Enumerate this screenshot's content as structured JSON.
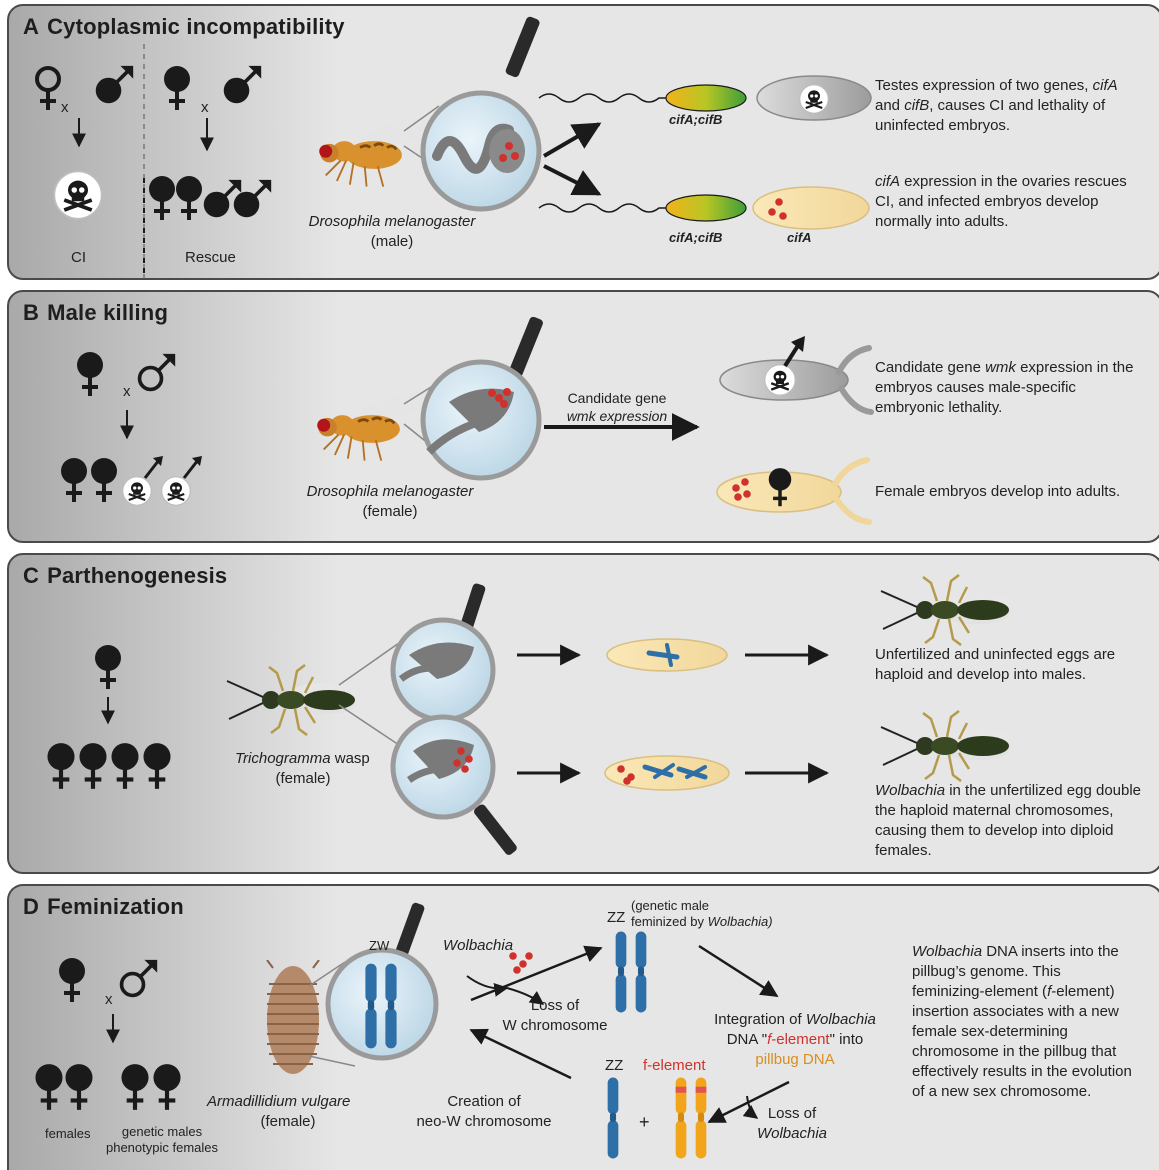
{
  "panels": {
    "a": {
      "letter": "A",
      "title": "Cytoplasmic incompatibility",
      "cross_x_left": "x",
      "cross_x_right": "x",
      "ci_label": "CI",
      "rescue_label": "Rescue",
      "species": "Drosophila melanogaster",
      "sex": "(male)",
      "gene_top": "cifA;cifB",
      "gene_bottom_left": "cifA;cifB",
      "gene_bottom_right": "cifA",
      "desc_top": {
        "p1": "Testes expression of two genes, ",
        "g1": "cifA",
        "p2": "and ",
        "g2": "cifB",
        "p3": ", causes CI and lethality of",
        "p4": "uninfected embryos."
      },
      "desc_bottom": {
        "g1": "cifA",
        "p1": " expression in the ovaries rescues",
        "p2": "CI, and infected embryos develop",
        "p3": "normally into adults."
      }
    },
    "b": {
      "letter": "B",
      "title": "Male killing",
      "cross_x": "x",
      "species": "Drosophila melanogaster",
      "sex": "(female)",
      "arrow_label_1": "Candidate gene",
      "arrow_label_2": "wmk expression",
      "desc_top": {
        "p1": "Candidate gene ",
        "g1": "wmk",
        "p2": " expression in the",
        "p3": "embryos causes male-specific",
        "p4": "embryonic lethality."
      },
      "desc_bottom": "Female embryos develop into adults."
    },
    "c": {
      "letter": "C",
      "title": "Parthenogenesis",
      "species": "Trichogramma",
      "species_suffix": " wasp",
      "sex": "(female)",
      "desc_top": {
        "p1": "Unfertilized and uninfected eggs are",
        "p2": "haploid and develop into males."
      },
      "desc_bottom": {
        "g1": "Wolbachia",
        "p1": " in the unfertilized egg double",
        "p2": "the haploid maternal chromosomes,",
        "p3": "causing them to develop into diploid",
        "p4": "females."
      }
    },
    "d": {
      "letter": "D",
      "title": "Feminization",
      "cross_x": "x",
      "females_label": "females",
      "genetic_males_1": "genetic males",
      "genetic_males_2": "phenotypic females",
      "species": "Armadillidium vulgare",
      "sex": "(female)",
      "zw": "ZW",
      "wolbachia": "Wolbachia",
      "loss_w_1": "Loss of",
      "loss_w_2": "W chromosome",
      "zz_top": "ZZ",
      "zz_note_1": "(genetic male",
      "zz_note_2": "feminized by ",
      "zz_note_g": "Wolbachia)",
      "integration_1a": "Integration of ",
      "integration_1g": "Wolbachia",
      "integration_2a": "DNA \"",
      "integration_2f": "f",
      "integration_2b": "-element",
      "integration_2c": "\" into",
      "integration_3": "pillbug DNA",
      "zz_bottom": "ZZ",
      "f_element": "f-element",
      "plus": "+",
      "loss_wol_1": "Loss of",
      "loss_wol_2": "Wolbachia",
      "creation_1": "Creation of",
      "creation_2": "neo-W chromosome",
      "desc": {
        "g1": "Wolbachia",
        "p1": " DNA inserts into the",
        "p2": "pillbug’s genome. This",
        "p3a": "feminizing-element (",
        "p3f": "f",
        "p3b": "-element)",
        "p4": "insertion associates with a new",
        "p5": "female sex-determining",
        "p6": "chromosome in the pillbug that",
        "p7": "effectively results in the evolution",
        "p8": "of a new sex chromosome."
      }
    }
  },
  "colors": {
    "wolbachia_red": "#d0312d",
    "chromosome_blue": "#2f6fa8",
    "chromosome_orange": "#f2a51a",
    "fly_orange": "#d9912e",
    "egg_yellow": "#f5dfa8",
    "panel_border": "#4a4a4a"
  }
}
